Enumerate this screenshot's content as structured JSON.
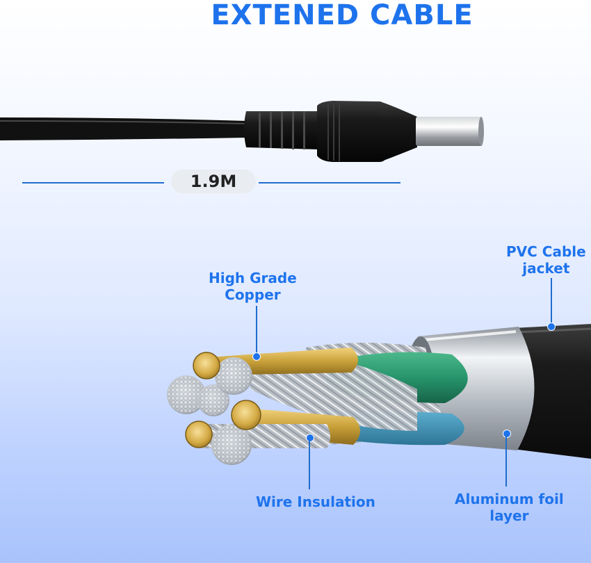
{
  "title": "EXTENED CABLE",
  "length_label": "1.9M",
  "callouts": {
    "pvc_jacket": [
      "PVC Cable",
      "jacket"
    ],
    "copper": [
      "High Grade",
      "Copper"
    ],
    "insulation": [
      "Wire Insulation"
    ],
    "foil": [
      "Aluminum foil",
      "layer"
    ]
  },
  "colors": {
    "accent": "#1e73ec",
    "cable": "#141414",
    "copper": "#c9a13a",
    "green_wire": "#27946c",
    "blue_wire": "#3e8fb3",
    "foil": "#c8ccd2"
  }
}
